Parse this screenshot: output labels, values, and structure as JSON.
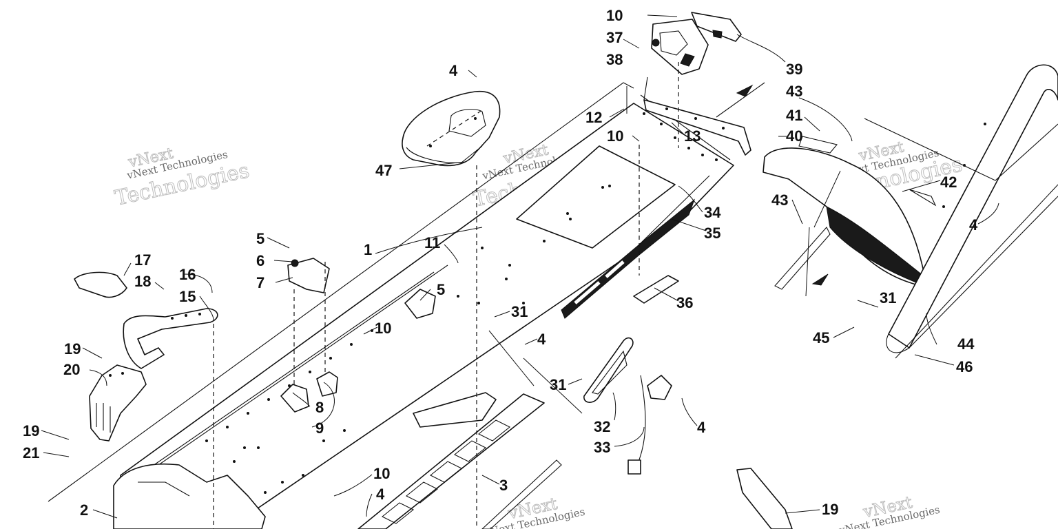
{
  "watermark": {
    "brand": "vNext Technologies",
    "brand_short": "vNext",
    "brand_tail": "Technologies"
  },
  "callouts": [
    {
      "id": "c10a",
      "text": "10"
    },
    {
      "id": "c37",
      "text": "37"
    },
    {
      "id": "c38",
      "text": "38"
    },
    {
      "id": "c39",
      "text": "39"
    },
    {
      "id": "c4a",
      "text": "4"
    },
    {
      "id": "c43a",
      "text": "43"
    },
    {
      "id": "c41",
      "text": "41"
    },
    {
      "id": "c40",
      "text": "40"
    },
    {
      "id": "c12",
      "text": "12"
    },
    {
      "id": "c13",
      "text": "13"
    },
    {
      "id": "c10b",
      "text": "10"
    },
    {
      "id": "c47",
      "text": "47"
    },
    {
      "id": "c42",
      "text": "42"
    },
    {
      "id": "c43b",
      "text": "43"
    },
    {
      "id": "c4b",
      "text": "4"
    },
    {
      "id": "c34",
      "text": "34"
    },
    {
      "id": "c35",
      "text": "35"
    },
    {
      "id": "c1",
      "text": "1"
    },
    {
      "id": "c11",
      "text": "11"
    },
    {
      "id": "c5a",
      "text": "5"
    },
    {
      "id": "c6",
      "text": "6"
    },
    {
      "id": "c7",
      "text": "7"
    },
    {
      "id": "c17",
      "text": "17"
    },
    {
      "id": "c18",
      "text": "18"
    },
    {
      "id": "c16",
      "text": "16"
    },
    {
      "id": "c15",
      "text": "15"
    },
    {
      "id": "c5b",
      "text": "5"
    },
    {
      "id": "c36",
      "text": "36"
    },
    {
      "id": "c31a",
      "text": "31"
    },
    {
      "id": "c31b",
      "text": "31"
    },
    {
      "id": "c10c",
      "text": "10"
    },
    {
      "id": "c4c",
      "text": "4"
    },
    {
      "id": "c45",
      "text": "45"
    },
    {
      "id": "c44",
      "text": "44"
    },
    {
      "id": "c46",
      "text": "46"
    },
    {
      "id": "c19a",
      "text": "19"
    },
    {
      "id": "c20",
      "text": "20"
    },
    {
      "id": "c31c",
      "text": "31"
    },
    {
      "id": "c8",
      "text": "8"
    },
    {
      "id": "c9",
      "text": "9"
    },
    {
      "id": "c32",
      "text": "32"
    },
    {
      "id": "c4d",
      "text": "4"
    },
    {
      "id": "c19b",
      "text": "19"
    },
    {
      "id": "c21",
      "text": "21"
    },
    {
      "id": "c33",
      "text": "33"
    },
    {
      "id": "c3",
      "text": "3"
    },
    {
      "id": "c10d",
      "text": "10"
    },
    {
      "id": "c2",
      "text": "2"
    },
    {
      "id": "c4e",
      "text": "4"
    },
    {
      "id": "c19c",
      "text": "19"
    }
  ]
}
